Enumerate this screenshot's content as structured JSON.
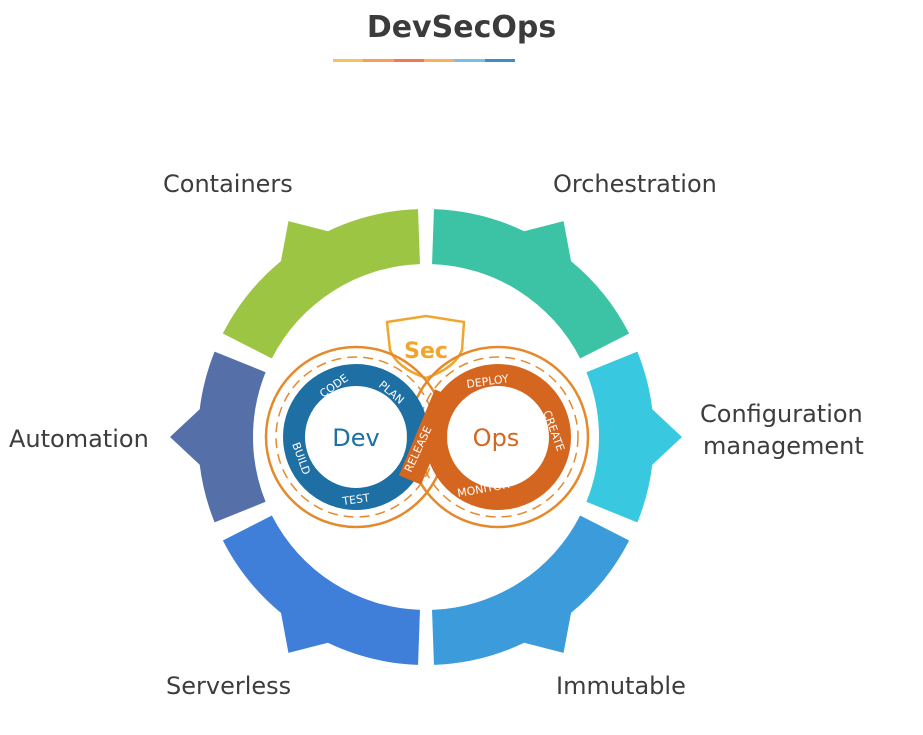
{
  "title": "DevSecOps",
  "underline_colors": [
    "#f7c25c",
    "#f4a05a",
    "#ef7b55",
    "#f5b25b",
    "#79c0e0",
    "#3b8ec9"
  ],
  "labels": {
    "containers": "Containers",
    "orchestration": "Orchestration",
    "configuration_line1": "Configuration",
    "configuration_line2": "management",
    "automation": "Automation",
    "serverless": "Serverless",
    "immutable": "Immutable"
  },
  "segment_colors": {
    "containers": "#9bc542",
    "orchestration": "#3cc3a5",
    "configuration": "#38c9e0",
    "immutable": "#3b9bdb",
    "serverless": "#3f7fd9",
    "automation": "#5570a8"
  },
  "center": {
    "sec": "Sec",
    "dev": "Dev",
    "ops": "Ops",
    "dev_steps": [
      "CODE",
      "PLAN",
      "BUILD",
      "TEST"
    ],
    "release": "RELEASE",
    "ops_steps": [
      "DEPLOY",
      "CREATE",
      "MONITOR"
    ],
    "colors": {
      "dev": "#1d6fa4",
      "ops": "#d5661f",
      "sec": "#f0a52c"
    }
  }
}
